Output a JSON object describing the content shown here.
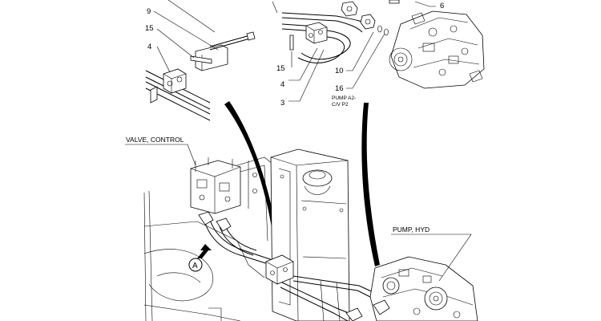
{
  "callouts": {
    "c9": "9",
    "c15a": "15",
    "c4a": "4",
    "c15b": "15",
    "c4b": "4",
    "c3": "3",
    "c10": "10",
    "c16": "16",
    "c6": "6"
  },
  "captions": {
    "pump_a2_line1": "PUMP A2-",
    "pump_a2_line2": "C/V P2",
    "valve_control": "VALVE, CONTROL",
    "pump_hyd": "PUMP, HYD",
    "view_marker": "A"
  },
  "icons": [
    "arrow-icon",
    "section-marker-icon"
  ]
}
